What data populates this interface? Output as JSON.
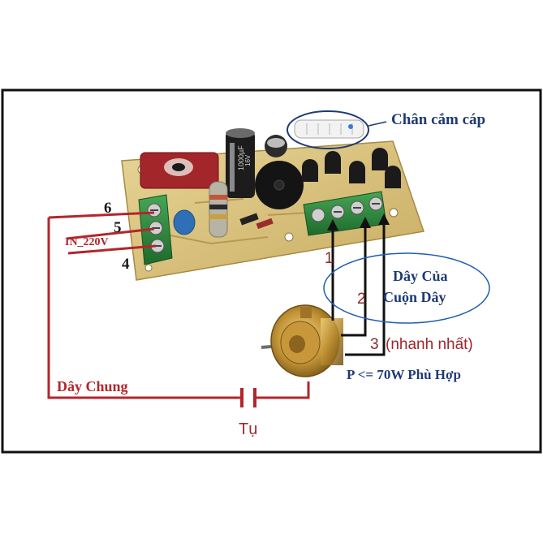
{
  "labels": {
    "connector": "Chân cắm cáp",
    "pin6": "6",
    "pin5": "5",
    "pin4": "4",
    "input": "IN_220V",
    "wire1": "1",
    "wire2": "2",
    "wire3": "3",
    "fastest": "(nhanh nhất)",
    "coil_line1": "Dây Của",
    "coil_line2": "Cuộn Dây",
    "power": "P <= 70W Phù Hợp",
    "common": "Dây Chung",
    "capacitor": "Tụ"
  },
  "board_print": {
    "capacitor_top": "1000µF",
    "capacitor_bottom": "16V"
  },
  "colors": {
    "frame": "#111111",
    "wire_red": "#b2262c",
    "wire_black": "#111111",
    "board": "#d8c07a",
    "terminal_green": "#2f8a3c",
    "label_navy": "#1f3a73"
  }
}
